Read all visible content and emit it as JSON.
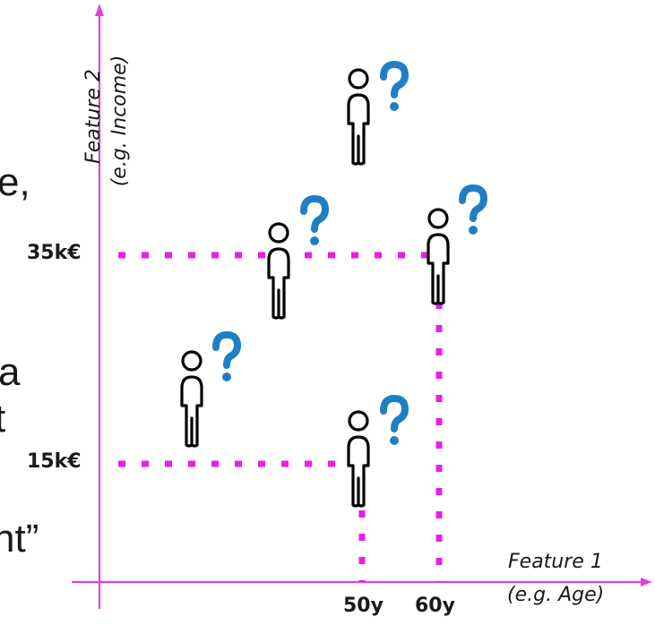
{
  "colors": {
    "axis": "#e040e0",
    "guide": "#e81ee8",
    "question": "#1f7fc4",
    "person": "#000000",
    "text": "#1a1a1a"
  },
  "text_fragments": [
    "e,",
    "a",
    "t",
    "nt”"
  ],
  "y_axis": {
    "title": "Feature 2",
    "subtitle": "(e.g. Income)"
  },
  "x_axis": {
    "title": "Feature 1",
    "subtitle": "(e.g. Age)"
  },
  "ticks": {
    "y_high": "35k€",
    "y_low": "15k€",
    "x_left": "50y",
    "x_right": "60y"
  },
  "icons": {
    "person": "person-icon",
    "question": "question-mark-icon"
  },
  "question_mark": "?"
}
